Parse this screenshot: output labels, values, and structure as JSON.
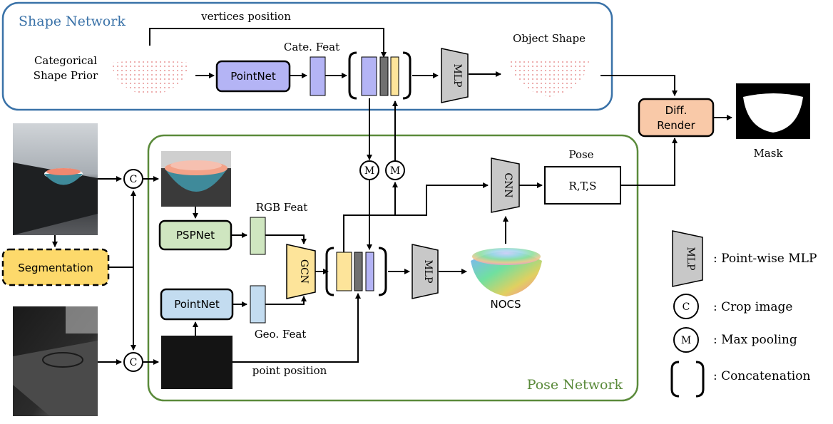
{
  "shape_network": {
    "title": "Shape Network",
    "prior_label_line1": "Categorical",
    "prior_label_line2": "Shape Prior",
    "pointnet": "PointNet",
    "cate_feat": "Cate. Feat",
    "vertices_position": "vertices position",
    "mlp": "MLP",
    "object_shape": "Object Shape"
  },
  "pose_network": {
    "title": "Pose Network",
    "pspnet": "PSPNet",
    "pointnet": "PointNet",
    "rgb_feat": "RGB Feat",
    "geo_feat": "Geo. Feat",
    "gcn": "GCN",
    "mlp": "MLP",
    "cnn": "CNN",
    "nocs": "NOCS",
    "pose_label": "Pose",
    "pose_value": "R,T,S",
    "point_position": "point position"
  },
  "inputs": {
    "segmentation": "Segmentation"
  },
  "operators": {
    "crop": "C",
    "maxpool": "M"
  },
  "render": {
    "line1": "Diff.",
    "line2": "Render",
    "mask_label": "Mask"
  },
  "legend": {
    "mlp_symbol": "MLP",
    "mlp_desc": ": Point-wise MLP",
    "crop_symbol": "C",
    "crop_desc": ": Crop image",
    "max_symbol": "M",
    "max_desc": ": Max pooling",
    "concat_desc": ": Concatenation"
  },
  "colors": {
    "shape_border": "#3a72a8",
    "pose_border": "#5a8a3a",
    "pointnet_shape": "#b4b4f5",
    "pspnet": "#cfe6c0",
    "pointnet_pose": "#c3dcf0",
    "gcn": "#fde49a",
    "segmentation": "#fdd96b",
    "render": "#f9c9a8",
    "feat_purple": "#b4b4f5",
    "feat_yellow": "#fde49a",
    "feat_dark": "#707070",
    "mlp_gray": "#c8c8c8"
  }
}
